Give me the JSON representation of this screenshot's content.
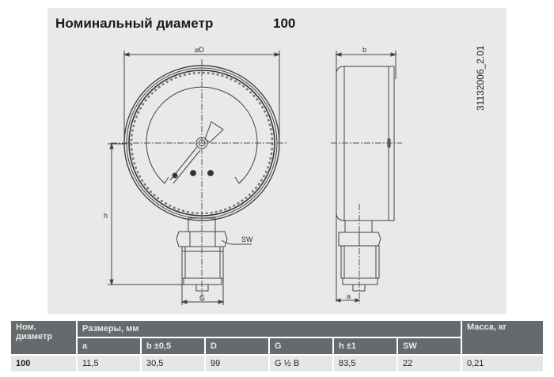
{
  "header": {
    "title": "Номинальный диаметр",
    "nominal_value": "100"
  },
  "drawing": {
    "id_label": "31132006_2.01",
    "dimension_labels": {
      "diameter": "⌀D",
      "depth": "b",
      "height": "h",
      "thread": "G",
      "wrench": "SW",
      "offset": "a"
    }
  },
  "table": {
    "col_nominal_header": "Ном. диаметр",
    "group_header": "Размеры, мм",
    "mass_header": "Масса, кг",
    "sub_headers": [
      "a",
      "b ±0,5",
      "D",
      "G",
      "h ±1",
      "SW"
    ],
    "rows": [
      {
        "nominal": "100",
        "values": [
          "11,5",
          "30,5",
          "99",
          "G ½ B",
          "83,5",
          "22"
        ],
        "mass": "0,21"
      }
    ]
  }
}
